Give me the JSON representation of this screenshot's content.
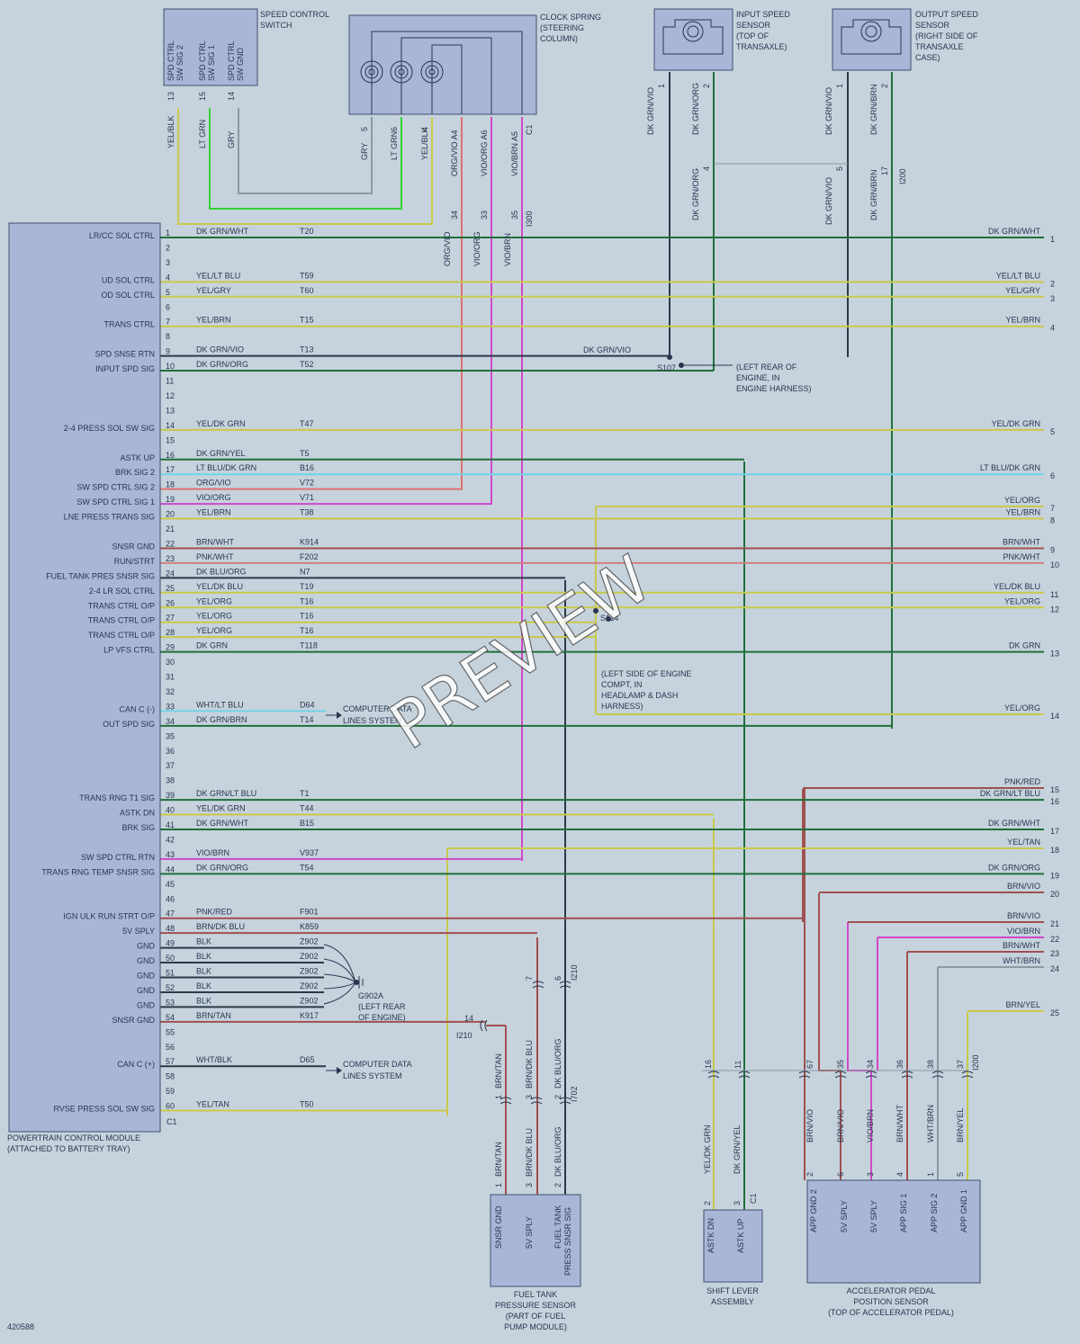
{
  "colors": {
    "background": "#c6d3dd",
    "module_fill": "#a9b6d8",
    "dk_grn": "#1f6f3a",
    "lt_grn": "#32d432",
    "yel": "#c9c94a",
    "lt_blu": "#6fd4e6",
    "vio": "#d048c8",
    "org": "#e07070",
    "brn": "#a05050",
    "pnk": "#d08080",
    "gry": "#8a9aa0",
    "blk": "#2a3a4a"
  },
  "doc_id": "420588",
  "watermark": "PREVIEW",
  "pcm": {
    "name_line1": "POWERTRAIN CONTROL MODULE",
    "name_line2": "(ATTACHED TO BATTERY TRAY)",
    "connector": "C1",
    "pins": [
      {
        "pin": "1",
        "func": "LR/CC SOL CTRL",
        "wire": "DK GRN/WHT",
        "circuit": "T20",
        "dest": "1",
        "dest_label": "DK GRN/WHT",
        "color": "dk_grn"
      },
      {
        "pin": "2",
        "func": "",
        "wire": "",
        "circuit": ""
      },
      {
        "pin": "3",
        "func": "",
        "wire": "",
        "circuit": ""
      },
      {
        "pin": "4",
        "func": "UD SOL CTRL",
        "wire": "YEL/LT BLU",
        "circuit": "T59",
        "dest": "2",
        "dest_label": "YEL/LT BLU",
        "color": "yel"
      },
      {
        "pin": "5",
        "func": "OD SOL CTRL",
        "wire": "YEL/GRY",
        "circuit": "T60",
        "dest": "3",
        "dest_label": "YEL/GRY",
        "color": "yel"
      },
      {
        "pin": "6",
        "func": "",
        "wire": "",
        "circuit": ""
      },
      {
        "pin": "7",
        "func": "TRANS CTRL",
        "wire": "YEL/BRN",
        "circuit": "T15",
        "dest": "4",
        "dest_label": "YEL/BRN",
        "color": "yel"
      },
      {
        "pin": "8",
        "func": "",
        "wire": "",
        "circuit": ""
      },
      {
        "pin": "9",
        "func": "SPD SNSE RTN",
        "wire": "DK GRN/VIO",
        "circuit": "T13",
        "color": "blk"
      },
      {
        "pin": "10",
        "func": "INPUT SPD SIG",
        "wire": "DK GRN/ORG",
        "circuit": "T52",
        "color": "dk_grn"
      },
      {
        "pin": "11",
        "func": "",
        "wire": "",
        "circuit": ""
      },
      {
        "pin": "12",
        "func": "",
        "wire": "",
        "circuit": ""
      },
      {
        "pin": "13",
        "func": "",
        "wire": "",
        "circuit": ""
      },
      {
        "pin": "14",
        "func": "2-4 PRESS SOL SW SIG",
        "wire": "YEL/DK GRN",
        "circuit": "T47",
        "dest": "5",
        "dest_label": "YEL/DK GRN",
        "color": "yel"
      },
      {
        "pin": "15",
        "func": "",
        "wire": "",
        "circuit": ""
      },
      {
        "pin": "16",
        "func": "ASTK UP",
        "wire": "DK GRN/YEL",
        "circuit": "T5",
        "color": "dk_grn"
      },
      {
        "pin": "17",
        "func": "BRK SIG 2",
        "wire": "LT BLU/DK GRN",
        "circuit": "B16",
        "dest": "6",
        "dest_label": "LT BLU/DK GRN",
        "color": "lt_blu"
      },
      {
        "pin": "18",
        "func": "SW SPD CTRL SIG 2",
        "wire": "ORG/VIO",
        "circuit": "V72",
        "color": "org"
      },
      {
        "pin": "19",
        "func": "SW SPD CTRL SIG 1",
        "wire": "VIO/ORG",
        "circuit": "V71",
        "color": "vio"
      },
      {
        "pin": "20",
        "func": "LNE PRESS TRANS SIG",
        "wire": "YEL/BRN",
        "circuit": "T38",
        "dest": "8",
        "dest_label": "YEL/BRN",
        "color": "yel"
      },
      {
        "pin": "21",
        "func": "",
        "wire": "",
        "circuit": ""
      },
      {
        "pin": "22",
        "func": "SNSR GND",
        "wire": "BRN/WHT",
        "circuit": "K914",
        "dest": "9",
        "dest_label": "BRN/WHT",
        "color": "brn"
      },
      {
        "pin": "23",
        "func": "RUN/STRT",
        "wire": "PNK/WHT",
        "circuit": "F202",
        "dest": "10",
        "dest_label": "PNK/WHT",
        "color": "pnk"
      },
      {
        "pin": "24",
        "func": "FUEL TANK PRES SNSR SIG",
        "wire": "DK BLU/ORG",
        "circuit": "N7",
        "color": "blk"
      },
      {
        "pin": "25",
        "func": "2-4 LR SOL CTRL",
        "wire": "YEL/DK BLU",
        "circuit": "T19",
        "dest": "11",
        "dest_label": "YEL/DK BLU",
        "color": "yel"
      },
      {
        "pin": "26",
        "func": "TRANS CTRL O/P",
        "wire": "YEL/ORG",
        "circuit": "T16",
        "dest": "12",
        "dest_label": "YEL/ORG",
        "color": "yel"
      },
      {
        "pin": "27",
        "func": "TRANS CTRL O/P",
        "wire": "YEL/ORG",
        "circuit": "T16",
        "color": "yel"
      },
      {
        "pin": "28",
        "func": "TRANS CTRL O/P",
        "wire": "YEL/ORG",
        "circuit": "T16",
        "color": "yel"
      },
      {
        "pin": "29",
        "func": "LP VFS CTRL",
        "wire": "DK GRN",
        "circuit": "T118",
        "dest": "13",
        "dest_label": "DK GRN",
        "color": "dk_grn"
      },
      {
        "pin": "30",
        "func": "",
        "wire": "",
        "circuit": ""
      },
      {
        "pin": "31",
        "func": "",
        "wire": "",
        "circuit": ""
      },
      {
        "pin": "32",
        "func": "",
        "wire": "",
        "circuit": ""
      },
      {
        "pin": "33",
        "func": "CAN C (-)",
        "wire": "WHT/LT BLU",
        "circuit": "D64",
        "color": "lt_blu"
      },
      {
        "pin": "34",
        "func": "OUT SPD SIG",
        "wire": "DK GRN/BRN",
        "circuit": "T14",
        "color": "dk_grn"
      },
      {
        "pin": "35",
        "func": "",
        "wire": "",
        "circuit": ""
      },
      {
        "pin": "36",
        "func": "",
        "wire": "",
        "circuit": ""
      },
      {
        "pin": "37",
        "func": "",
        "wire": "",
        "circuit": ""
      },
      {
        "pin": "38",
        "func": "",
        "wire": "",
        "circuit": ""
      },
      {
        "pin": "39",
        "func": "TRANS RNG T1 SIG",
        "wire": "DK GRN/LT BLU",
        "circuit": "T1",
        "dest": "16",
        "dest_label": "DK GRN/LT BLU",
        "color": "dk_grn"
      },
      {
        "pin": "40",
        "func": "ASTK DN",
        "wire": "YEL/DK GRN",
        "circuit": "T44",
        "color": "yel"
      },
      {
        "pin": "41",
        "func": "BRK SIG",
        "wire": "DK GRN/WHT",
        "circuit": "B15",
        "dest": "17",
        "dest_label": "DK GRN/WHT",
        "color": "dk_grn"
      },
      {
        "pin": "42",
        "func": "",
        "wire": "",
        "circuit": ""
      },
      {
        "pin": "43",
        "func": "SW SPD CTRL RTN",
        "wire": "VIO/BRN",
        "circuit": "V937",
        "color": "vio"
      },
      {
        "pin": "44",
        "func": "TRANS RNG TEMP SNSR SIG",
        "wire": "DK GRN/ORG",
        "circuit": "T54",
        "dest": "19",
        "dest_label": "DK GRN/ORG",
        "color": "dk_grn"
      },
      {
        "pin": "45",
        "func": "",
        "wire": "",
        "circuit": ""
      },
      {
        "pin": "46",
        "func": "",
        "wire": "",
        "circuit": ""
      },
      {
        "pin": "47",
        "func": "IGN ULK RUN STRT O/P",
        "wire": "PNK/RED",
        "circuit": "F901",
        "color": "brn"
      },
      {
        "pin": "48",
        "func": "5V SPLY",
        "wire": "BRN/DK BLU",
        "circuit": "K859",
        "color": "brn"
      },
      {
        "pin": "49",
        "func": "GND",
        "wire": "BLK",
        "circuit": "Z902",
        "color": "blk"
      },
      {
        "pin": "50",
        "func": "GND",
        "wire": "BLK",
        "circuit": "Z902",
        "color": "blk"
      },
      {
        "pin": "51",
        "func": "GND",
        "wire": "BLK",
        "circuit": "Z902",
        "color": "blk"
      },
      {
        "pin": "52",
        "func": "GND",
        "wire": "BLK",
        "circuit": "Z902",
        "color": "blk"
      },
      {
        "pin": "53",
        "func": "GND",
        "wire": "BLK",
        "circuit": "Z902",
        "color": "blk"
      },
      {
        "pin": "54",
        "func": "SNSR GND",
        "wire": "BRN/TAN",
        "circuit": "K917",
        "color": "brn"
      },
      {
        "pin": "55",
        "func": "",
        "wire": "",
        "circuit": ""
      },
      {
        "pin": "56",
        "func": "",
        "wire": "",
        "circuit": ""
      },
      {
        "pin": "57",
        "func": "CAN C (+)",
        "wire": "WHT/BLK",
        "circuit": "D65",
        "color": "blk"
      },
      {
        "pin": "58",
        "func": "",
        "wire": "",
        "circuit": ""
      },
      {
        "pin": "59",
        "func": "",
        "wire": "",
        "circuit": ""
      },
      {
        "pin": "60",
        "func": "RVSE PRESS SOL SW SIG",
        "wire": "YEL/TAN",
        "circuit": "T50",
        "color": "yel"
      }
    ]
  },
  "right_only": [
    {
      "dest": "7",
      "label": "YEL/ORG",
      "color": "yel"
    },
    {
      "dest": "14",
      "label": "YEL/ORG",
      "color": "yel"
    },
    {
      "dest": "15",
      "label": "PNK/RED",
      "color": "brn"
    },
    {
      "dest": "18",
      "label": "YEL/TAN",
      "color": "yel"
    },
    {
      "dest": "20",
      "label": "BRN/VIO",
      "color": "brn"
    },
    {
      "dest": "21",
      "label": "BRN/VIO",
      "color": "brn"
    },
    {
      "dest": "22",
      "label": "VIO/BRN",
      "color": "vio"
    },
    {
      "dest": "23",
      "label": "BRN/WHT",
      "color": "brn"
    },
    {
      "dest": "24",
      "label": "WHT/BRN",
      "color": "gry"
    },
    {
      "dest": "25",
      "label": "BRN/YEL",
      "color": "yel"
    }
  ],
  "speed_control_switch": {
    "title_line1": "SPEED CONTROL",
    "title_line2": "SWITCH",
    "pins": [
      {
        "func_line1": "SPD CTRL",
        "func_line2": "SW SIG 2",
        "pin": "13",
        "wire": "YEL/BLK"
      },
      {
        "func_line1": "SPD CTRL",
        "func_line2": "SW SIG 1",
        "pin": "15",
        "wire": "LT GRN"
      },
      {
        "func_line1": "SPD CTRL",
        "func_line2": "SW GND",
        "pin": "14",
        "wire": "GRY"
      }
    ]
  },
  "clock_spring": {
    "title_line1": "CLOCK SPRING",
    "title_line2": "(STEERING",
    "title_line3": "COLUMN)",
    "pins": [
      {
        "pin": "5",
        "wire": "GRY"
      },
      {
        "pin": "6",
        "wire": "LT GRN"
      },
      {
        "pin": "4",
        "wire": "YEL/BLK"
      },
      {
        "pin": "ORG/VIO A4",
        "wire": ""
      },
      {
        "pin": "VIO/ORG A6",
        "wire": ""
      },
      {
        "pin": "VIO/BRN A5",
        "wire": ""
      }
    ],
    "connector": "C1",
    "lower_pins": [
      "34",
      "33",
      "35"
    ],
    "lower_conn": "I300",
    "lower_wires": [
      "ORG/VIO",
      "VIO/ORG",
      "VIO/BRN"
    ]
  },
  "input_speed_sensor": {
    "title_line1": "INPUT SPEED",
    "title_line2": "SENSOR",
    "title_line3": "(TOP OF",
    "title_line4": "TRANSAXLE)",
    "pins": [
      "1",
      "2"
    ],
    "wires": [
      "DK GRN/VIO",
      "DK GRN/ORG"
    ],
    "lower_pin": "4",
    "lower_wire": "DK GRN/ORG"
  },
  "output_speed_sensor": {
    "title_line1": "OUTPUT SPEED",
    "title_line2": "SENSOR",
    "title_line3": "(RIGHT SIDE OF",
    "title_line4": "TRANSAXLE",
    "title_line5": "CASE)",
    "pins": [
      "1",
      "2"
    ],
    "wires": [
      "DK GRN/VIO",
      "DK GRN/BRN"
    ],
    "lower_pins": [
      "5",
      "17"
    ],
    "lower_conn": "I200",
    "lower_wires": [
      "DK GRN/VIO",
      "DK GRN/BRN"
    ]
  },
  "splices": {
    "s107_wire": "DK GRN/VIO",
    "s107": "S107",
    "s107_loc_line1": "(LEFT REAR OF",
    "s107_loc_line2": "ENGINE, IN",
    "s107_loc_line3": "ENGINE HARNESS)",
    "s114": "S114",
    "s114_loc_line1": "(LEFT SIDE OF ENGINE",
    "s114_loc_line2": "COMPT, IN",
    "s114_loc_line3": "HEADLAMP & DASH",
    "s114_loc_line4": "HARNESS)",
    "g902a": "G902A",
    "g902a_loc_line1": "(LEFT REAR",
    "g902a_loc_line2": "OF ENGINE)"
  },
  "computer_data_1_line1": "COMPUTER DATA",
  "computer_data_1_line2": "LINES SYSTEM",
  "computer_data_2_line1": "COMPUTER DATA",
  "computer_data_2_line2": "LINES SYSTEM",
  "i210": {
    "conn": "I210",
    "pin14": "14",
    "pin7": "7",
    "pin6": "6"
  },
  "fuel_tank_sensor": {
    "title_line1": "FUEL TANK",
    "title_line2": "PRESSURE SENSOR",
    "title_line3": "(PART OF FUEL",
    "title_line4": "PUMP MODULE)",
    "mid_conn": "I702",
    "mid_pins": [
      "1",
      "3",
      "2"
    ],
    "mid_wires": [
      "BRN/TAN",
      "BRN/DK BLU",
      "DK BLU/ORG"
    ],
    "pins": [
      {
        "pin": "1",
        "wire": "BRN/TAN",
        "func_line1": "SNSR GND",
        "func_line2": ""
      },
      {
        "pin": "3",
        "wire": "BRN/DK BLU",
        "func_line1": "5V SPLY",
        "func_line2": ""
      },
      {
        "pin": "2",
        "wire": "DK BLU/ORG",
        "func_line1": "FUEL TANK",
        "func_line2": "PRESS SNSR SIG"
      }
    ]
  },
  "shift_lever": {
    "title_line1": "SHIFT LEVER",
    "title_line2": "ASSEMBLY",
    "conn": "C1",
    "upper_pins": [
      "16",
      "11"
    ],
    "pins": [
      {
        "pin": "2",
        "wire": "YEL/DK GRN",
        "func": "ASTK DN"
      },
      {
        "pin": "3",
        "wire": "DK GRN/YEL",
        "func": "ASTK UP"
      }
    ]
  },
  "app_sensor": {
    "title_line1": "ACCELERATOR PEDAL",
    "title_line2": "POSITION SENSOR",
    "title_line3": "(TOP OF ACCELERATOR PEDAL)",
    "upper_conn": "I200",
    "upper_pins": [
      "67",
      "35",
      "34",
      "36",
      "38",
      "37"
    ],
    "pins": [
      {
        "pin": "2",
        "wire": "BRN/VIO",
        "func": "APP GND 2"
      },
      {
        "pin": "6",
        "wire": "BRN/VIO",
        "func": "5V SPLY"
      },
      {
        "pin": "3",
        "wire": "VIO/BRN",
        "func": "5V SPLY"
      },
      {
        "pin": "4",
        "wire": "BRN/WHT",
        "func": "APP SIG 1"
      },
      {
        "pin": "1",
        "wire": "WHT/BRN",
        "func": "APP SIG 2"
      },
      {
        "pin": "5",
        "wire": "BRN/YEL",
        "func": "APP GND 1"
      }
    ]
  }
}
